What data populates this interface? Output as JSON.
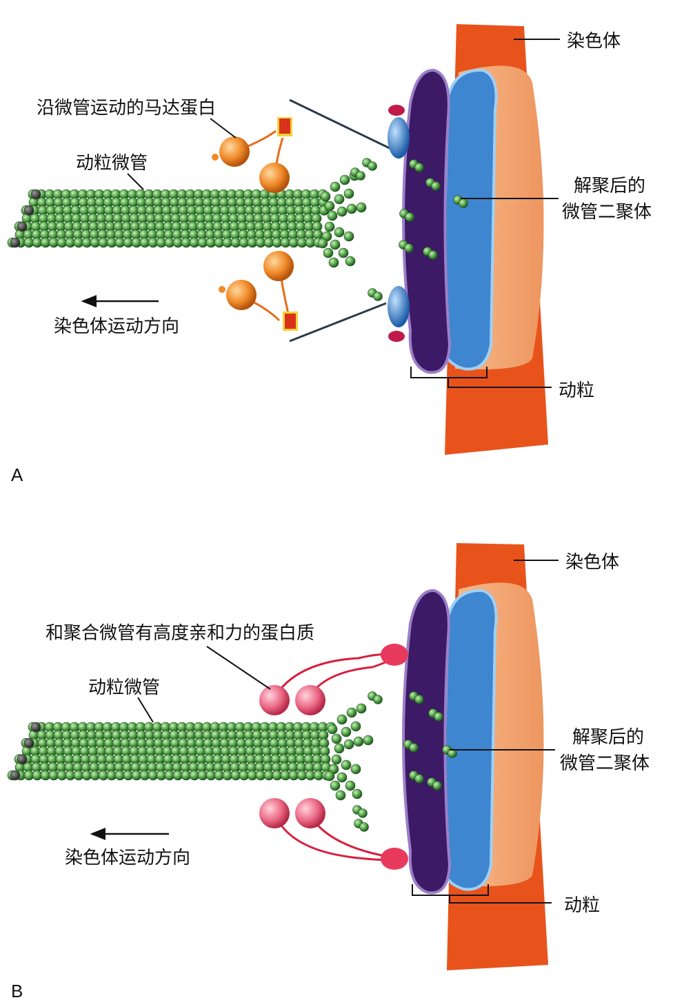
{
  "panels": [
    {
      "letter": "A",
      "labels": {
        "chromosome": "染色体",
        "motor_protein": "沿微管运动的马达蛋白",
        "kinetochore_microtubule": "动粒微管",
        "depolymerized_dimer_line1": "解聚后的",
        "depolymerized_dimer_line2": "微管二聚体",
        "direction": "染色体运动方向",
        "kinetochore": "动粒"
      }
    },
    {
      "letter": "B",
      "labels": {
        "chromosome": "染色体",
        "binding_protein": "和聚合微管有高度亲和力的蛋白质",
        "kinetochore_microtubule": "动粒微管",
        "depolymerized_dimer_line1": "解聚后的",
        "depolymerized_dimer_line2": "微管二聚体",
        "direction": "染色体运动方向",
        "kinetochore": "动粒"
      }
    }
  ],
  "colors": {
    "chromosome_dark": "#e8531c",
    "chromosome_light": "#f4a46c",
    "inner_plate": "#3d1a66",
    "outer_plate": "#3f86d0",
    "tubulin": "#4f9a4a",
    "motor": "#f08a2a",
    "binding_protein": "#e8506a"
  }
}
